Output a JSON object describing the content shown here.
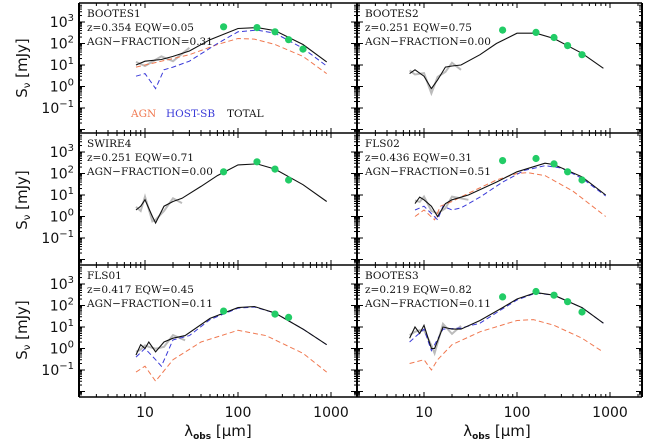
{
  "figure": {
    "ylabel": "Sν [mJy]",
    "xlabel": "λobs [μm]",
    "legend": [
      {
        "label": "AGN",
        "color": "#f07850"
      },
      {
        "label": "HOST-SB",
        "color": "#3a3ad8"
      },
      {
        "label": "TOTAL",
        "color": "#111111"
      }
    ],
    "x_tick_labels": [
      "10",
      "100",
      "1000"
    ],
    "y_tick_labels": [
      "10^3",
      "10^2",
      "10^1",
      "10^0",
      "10^-1"
    ],
    "photometry_color": "#22cc66"
  },
  "chart_data": {
    "type": "line",
    "title": "",
    "xlabel": "lambda_obs [um]",
    "ylabel": "S_nu [mJy]",
    "xscale": "log",
    "yscale": "log",
    "xlim": [
      2,
      1500
    ],
    "ylim": [
      0.007,
      8000
    ],
    "x_ticks": [
      10,
      100,
      1000
    ],
    "y_ticks": [
      0.1,
      1,
      10,
      100,
      1000
    ],
    "legend": [
      "AGN",
      "HOST-SB",
      "TOTAL"
    ],
    "legend_position": "bottom of top-left panel",
    "panels": [
      {
        "name": "BOOTES1",
        "z": "0.354",
        "eqw": "0.05",
        "agn_fraction": "0.31",
        "photometry": {
          "x": [
            70,
            160,
            250,
            350,
            500
          ],
          "y": [
            600,
            550,
            350,
            150,
            55
          ]
        },
        "total": {
          "x": [
            8,
            10,
            15,
            20,
            30,
            50,
            100,
            160,
            250,
            500,
            900
          ],
          "y": [
            10,
            15,
            18,
            25,
            45,
            150,
            500,
            550,
            400,
            90,
            14
          ]
        },
        "agn": {
          "x": [
            8,
            15,
            30,
            60,
            100,
            150,
            250,
            500,
            900
          ],
          "y": [
            8,
            15,
            30,
            90,
            170,
            160,
            90,
            25,
            4
          ]
        },
        "host": {
          "x": [
            8,
            10,
            13,
            16,
            20,
            30,
            60,
            100,
            160,
            250,
            500,
            900
          ],
          "y": [
            3,
            4,
            0.8,
            6,
            8,
            15,
            100,
            350,
            420,
            300,
            60,
            9
          ]
        }
      },
      {
        "name": "BOOTES2",
        "z": "0.251",
        "eqw": "0.75",
        "agn_fraction": "0.00",
        "photometry": {
          "x": [
            70,
            160,
            250,
            350,
            500
          ],
          "y": [
            420,
            330,
            190,
            80,
            30
          ]
        },
        "total": {
          "x": [
            7,
            8,
            10,
            12,
            14,
            17,
            20,
            25,
            40,
            60,
            100,
            160,
            250,
            500,
            850
          ],
          "y": [
            4,
            6,
            3,
            0.8,
            2,
            8,
            9,
            10,
            30,
            100,
            300,
            300,
            170,
            35,
            7
          ]
        }
      },
      {
        "name": "SWIRE4",
        "z": "0.251",
        "eqw": "0.71",
        "agn_fraction": "0.00",
        "photometry": {
          "x": [
            70,
            160,
            250,
            350
          ],
          "y": [
            120,
            350,
            160,
            50
          ]
        },
        "total": {
          "x": [
            8,
            9,
            10,
            12,
            13,
            16,
            20,
            25,
            40,
            60,
            100,
            160,
            250,
            500,
            900
          ],
          "y": [
            2,
            3,
            6,
            1,
            0.5,
            3,
            5,
            7,
            25,
            80,
            250,
            280,
            160,
            30,
            5
          ]
        }
      },
      {
        "name": "FLS02",
        "z": "0.436",
        "eqw": "0.31",
        "agn_fraction": "0.51",
        "photometry": {
          "x": [
            70,
            160,
            250,
            350,
            500
          ],
          "y": [
            400,
            500,
            280,
            120,
            50
          ]
        },
        "total": {
          "x": [
            8,
            9,
            10,
            12,
            14,
            17,
            20,
            30,
            60,
            100,
            200,
            250,
            500,
            900
          ],
          "y": [
            4,
            8,
            6,
            3,
            1,
            4,
            6,
            10,
            40,
            120,
            300,
            260,
            70,
            10
          ]
        },
        "agn": {
          "x": [
            8,
            10,
            13,
            15,
            20,
            30,
            60,
            100,
            130,
            200,
            400,
            900
          ],
          "y": [
            1,
            2,
            0.7,
            3,
            5,
            12,
            50,
            100,
            110,
            80,
            15,
            1
          ]
        },
        "host": {
          "x": [
            8,
            10,
            14,
            16,
            20,
            25,
            40,
            70,
            120,
            200,
            300,
            500,
            900
          ],
          "y": [
            2,
            3,
            0.7,
            3,
            2,
            2.5,
            8,
            40,
            140,
            230,
            180,
            60,
            9
          ]
        }
      },
      {
        "name": "FLS01",
        "z": "0.417",
        "eqw": "0.45",
        "agn_fraction": "0.11",
        "photometry": {
          "x": [
            70,
            250,
            350
          ],
          "y": [
            55,
            40,
            28
          ]
        },
        "total": {
          "x": [
            8,
            9,
            10,
            11,
            13,
            16,
            20,
            27,
            50,
            100,
            150,
            250,
            500,
            900
          ],
          "y": [
            0.5,
            1.5,
            1,
            2,
            0.7,
            2,
            3,
            4,
            25,
            80,
            90,
            45,
            8,
            1.5
          ]
        },
        "agn": {
          "x": [
            8,
            10,
            13,
            20,
            40,
            100,
            200,
            500,
            900
          ],
          "y": [
            0.08,
            0.15,
            0.03,
            0.3,
            2,
            7,
            4,
            0.6,
            0.08
          ]
        },
        "host": {
          "x": [
            8,
            10,
            13,
            15,
            20,
            30,
            50,
            100,
            150,
            250,
            500,
            900
          ],
          "y": [
            0.4,
            1,
            0.3,
            0.15,
            2.5,
            4,
            22,
            75,
            85,
            45,
            8,
            1.5
          ]
        }
      },
      {
        "name": "BOOTES3",
        "z": "0.219",
        "eqw": "0.82",
        "agn_fraction": "0.11",
        "photometry": {
          "x": [
            70,
            160,
            250,
            350,
            500
          ],
          "y": [
            250,
            450,
            300,
            150,
            50
          ]
        },
        "total": {
          "x": [
            7,
            8,
            9,
            10,
            12,
            13,
            16,
            20,
            25,
            40,
            70,
            100,
            160,
            250,
            500,
            850
          ],
          "y": [
            3,
            10,
            5,
            12,
            1,
            1,
            10,
            8,
            8,
            20,
            80,
            200,
            400,
            300,
            80,
            15
          ]
        },
        "agn": {
          "x": [
            7,
            10,
            12,
            14,
            20,
            40,
            100,
            150,
            250,
            500,
            800
          ],
          "y": [
            0.2,
            0.3,
            0.1,
            0.3,
            1.5,
            6,
            20,
            22,
            12,
            3,
            0.8
          ]
        },
        "host": {
          "x": [
            7,
            10,
            12,
            16,
            25,
            40,
            70,
            100,
            160,
            250,
            500,
            850
          ],
          "y": [
            2,
            8,
            0.8,
            8,
            9,
            15,
            70,
            180,
            380,
            300,
            80,
            15
          ]
        }
      }
    ]
  }
}
